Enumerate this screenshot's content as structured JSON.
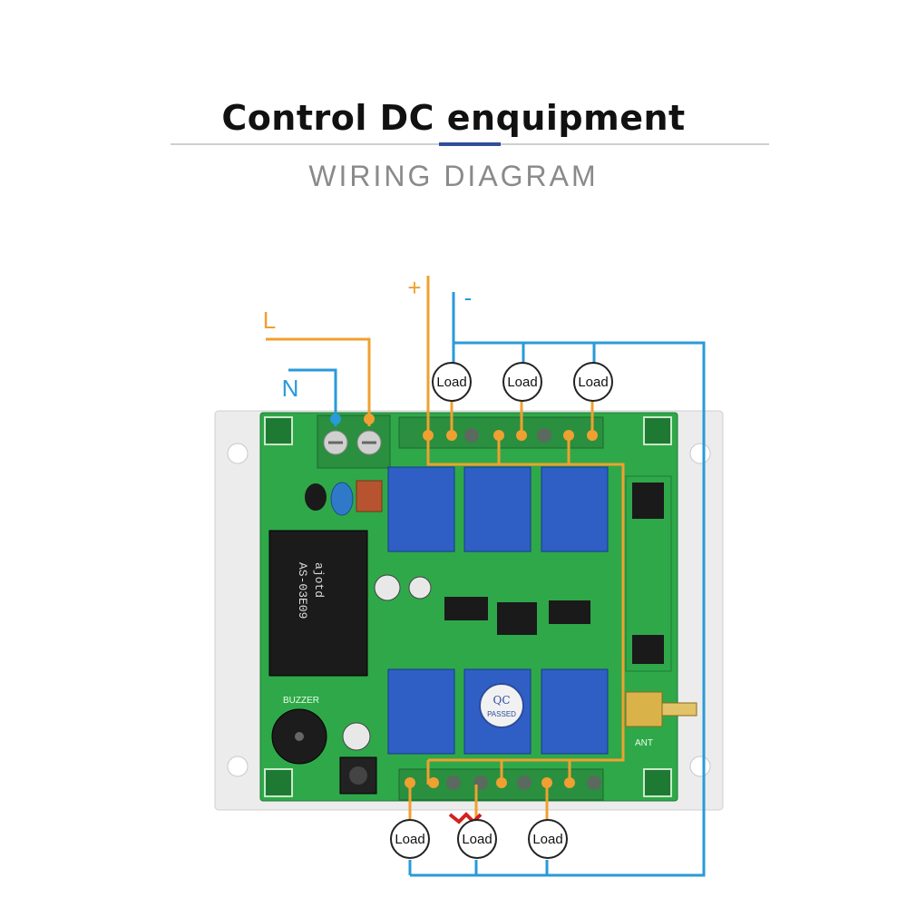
{
  "header": {
    "title": "Control DC enquipment",
    "subtitle": "WIRING DIAGRAM"
  },
  "labels": {
    "line": "L",
    "neutral": "N",
    "plus": "+",
    "minus": "-"
  },
  "loads": {
    "label": "Load",
    "top": [
      "Load",
      "Load",
      "Load"
    ],
    "bottom": [
      "Load",
      "Load",
      "Load"
    ]
  },
  "board": {
    "module_brand": "ajotd",
    "module_model": "AS-03E09",
    "qc_line1": "QC",
    "qc_line2": "PASSED",
    "buzzer_label": "BUZZER",
    "antenna_label": "ANT"
  },
  "colors": {
    "wire_orange": "#f0a030",
    "wire_blue": "#2a9ad8",
    "board_green": "#2fa84a",
    "relay_blue": "#2f5fc4",
    "enclosure": "#ececec"
  },
  "icons": [
    "relay",
    "terminal-block",
    "capacitor",
    "buzzer",
    "push-button",
    "antenna-connector"
  ]
}
